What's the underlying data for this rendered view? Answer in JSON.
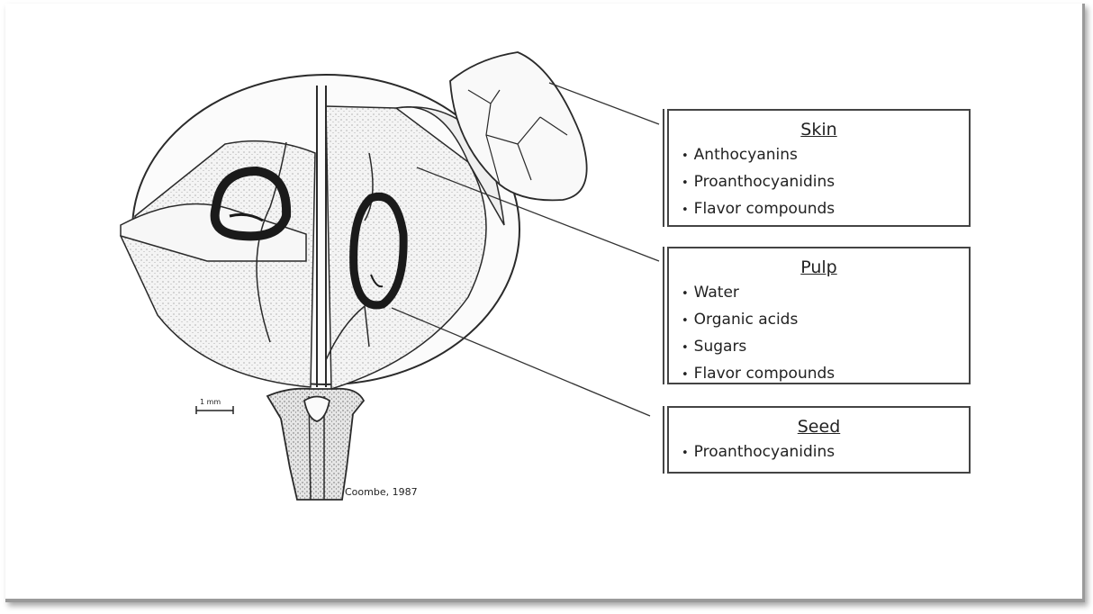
{
  "scale_bar": {
    "label": "1 mm"
  },
  "credit": "Coombe, 1987",
  "boxes": {
    "skin": {
      "title": "Skin",
      "items": [
        "Anthocyanins",
        "Proanthocyanidins",
        "Flavor compounds"
      ]
    },
    "pulp": {
      "title": "Pulp",
      "items": [
        "Water",
        "Organic acids",
        "Sugars",
        "Flavor compounds"
      ]
    },
    "seed": {
      "title": "Seed",
      "items": [
        "Proanthocyanidins"
      ]
    }
  },
  "colors": {
    "line": "#2a2a2a",
    "box_border": "#444444",
    "frame_shadow": "#9a9a9a"
  }
}
